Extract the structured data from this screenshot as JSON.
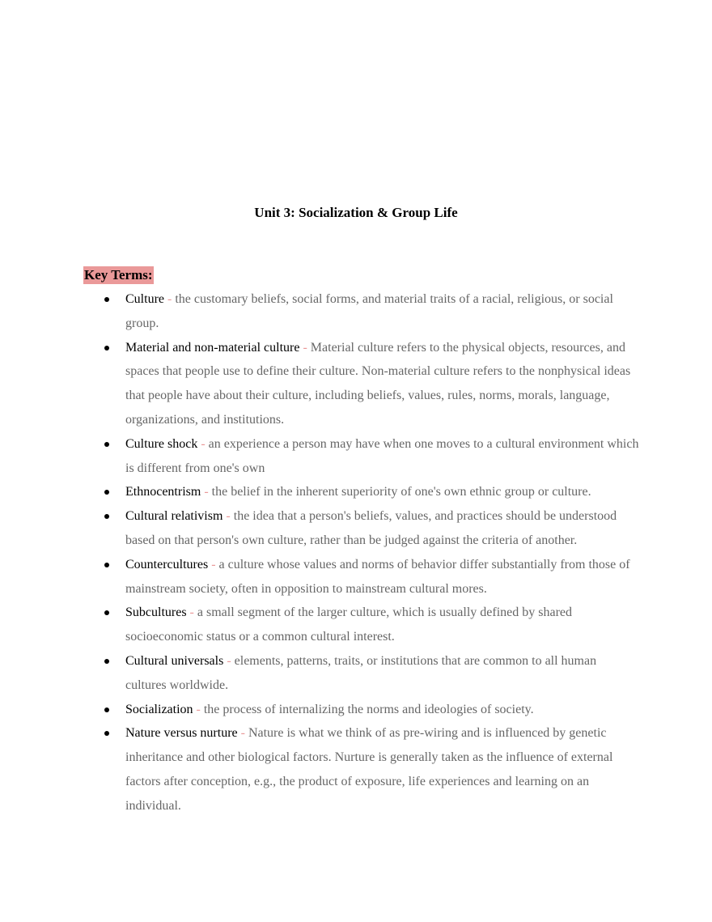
{
  "document": {
    "title": "Unit 3: Socialization & Group Life",
    "section_heading": "Key Terms:",
    "highlight_color": "#ea9999",
    "term_color": "#000000",
    "definition_color": "#666666",
    "separator": "-",
    "terms": [
      {
        "term": "Culture",
        "definition": " the customary beliefs, social forms, and material traits of a racial, religious, or social group."
      },
      {
        "term": "Material and non-material culture",
        "definition": "Material culture refers to the physical objects, resources, and spaces that people use to define their culture. Non-material culture refers to the nonphysical ideas that people have about their culture, including beliefs, values, rules, norms, morals, language, organizations, and institutions."
      },
      {
        "term": "Culture shock",
        "definition": "an experience a person may have when one moves to a cultural environment which is different from one's own"
      },
      {
        "term": "Ethnocentrism",
        "definition": "the belief in the inherent superiority of one's own ethnic group or culture."
      },
      {
        "term": "Cultural relativism",
        "definition": "the idea that a person's beliefs, values, and practices should be understood based on that person's own culture, rather than be judged against the criteria of another."
      },
      {
        "term": "Countercultures",
        "definition": "a culture whose values and norms of behavior differ substantially from those of mainstream society, often in opposition to mainstream cultural mores."
      },
      {
        "term": "Subcultures",
        "definition": " a small segment of the larger culture, which is usually defined by shared socioeconomic status or a common cultural interest."
      },
      {
        "term": "Cultural universals",
        "definition": "elements, patterns, traits, or institutions that are common to all human cultures worldwide."
      },
      {
        "term": "Socialization",
        "definition": "the process of internalizing the norms and ideologies of society."
      },
      {
        "term": "Nature versus nurture",
        "definition": "Nature is what we think of as pre-wiring and is influenced by genetic inheritance and other biological factors. Nurture is generally taken as the influence of external factors after conception, e.g., the product of exposure, life experiences and learning on an individual."
      }
    ]
  }
}
